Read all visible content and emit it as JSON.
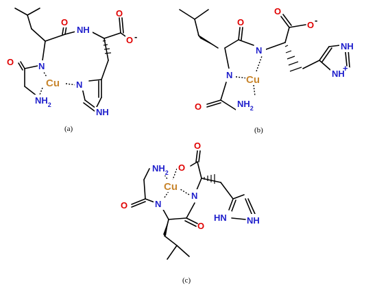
{
  "colors": {
    "N": "#1f1fcc",
    "O": "#e00000",
    "Cu": "#c8862e",
    "bond": "#000000"
  },
  "atoms": {
    "O": "O",
    "N": "N",
    "NH": "NH",
    "NH2": "NH",
    "NH2_sub": "2",
    "HN": "HN",
    "Cu": "Cu",
    "minus": "-",
    "plus": "+"
  },
  "captions": {
    "a": "(a)",
    "b": "(b)",
    "c": "(c)"
  }
}
